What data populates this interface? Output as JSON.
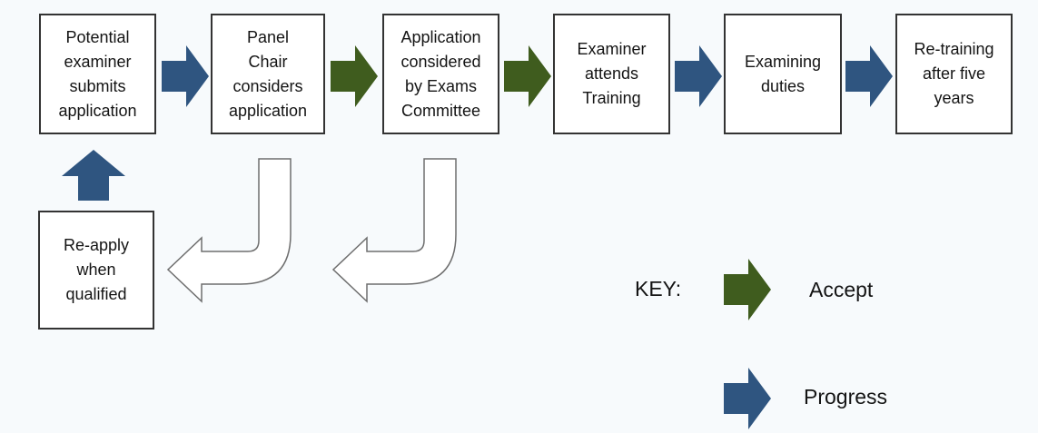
{
  "colors": {
    "progress": "#2F5580",
    "accept": "#3F5C1E",
    "background": "#F7FAFC",
    "box_fill": "#FFFFFF",
    "box_border": "#333333",
    "return_arrow_stroke": "#6E6E6E",
    "return_arrow_fill": "#FFFFFF"
  },
  "flow": {
    "steps": [
      {
        "label": "Potential\nexaminer\nsubmits\napplication"
      },
      {
        "label": "Panel\nChair\nconsiders\napplication"
      },
      {
        "label": "Application\nconsidered\nby Exams\nCommittee"
      },
      {
        "label": "Examiner\nattends\nTraining"
      },
      {
        "label": "Examining\nduties"
      },
      {
        "label": "Re-training\nafter five\nyears"
      }
    ],
    "reapply": {
      "label": "Re-apply\nwhen\nqualified"
    },
    "connectors": [
      {
        "from": "Potential examiner submits application",
        "to": "Panel Chair considers application",
        "type": "progress"
      },
      {
        "from": "Panel Chair considers application",
        "to": "Application considered by Exams Committee",
        "type": "accept"
      },
      {
        "from": "Application considered by Exams Committee",
        "to": "Examiner attends Training",
        "type": "accept"
      },
      {
        "from": "Examiner attends Training",
        "to": "Examining duties",
        "type": "progress"
      },
      {
        "from": "Examining duties",
        "to": "Re-training after five years",
        "type": "progress"
      },
      {
        "from": "Re-apply when qualified",
        "to": "Potential examiner submits application",
        "type": "progress"
      },
      {
        "from": "Panel Chair considers application",
        "to": "Re-apply when qualified",
        "type": "return"
      },
      {
        "from": "Application considered by Exams Committee",
        "to": "Re-apply when qualified",
        "type": "return"
      }
    ]
  },
  "key": {
    "title": "KEY:",
    "items": [
      {
        "label": "Accept",
        "type": "accept"
      },
      {
        "label": "Progress",
        "type": "progress"
      }
    ]
  }
}
